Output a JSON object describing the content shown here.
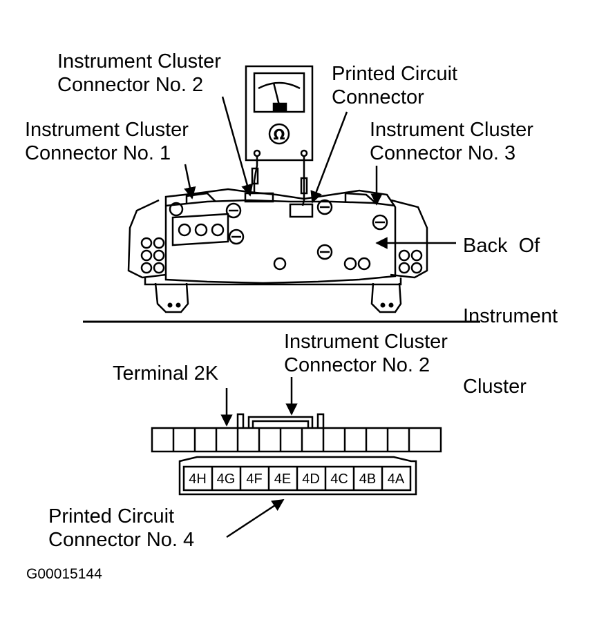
{
  "labels": {
    "cluster_conn_2_top": [
      "Instrument Cluster",
      "Connector No. 2"
    ],
    "printed_circuit_conn": [
      "Printed Circuit",
      "Connector"
    ],
    "cluster_conn_1": [
      "Instrument Cluster",
      "Connector No. 1"
    ],
    "cluster_conn_3": [
      "Instrument Cluster",
      "Connector No. 3"
    ],
    "back_of_cluster": [
      "Back  Of",
      "Instrument",
      "Cluster"
    ],
    "cluster_conn_2_bottom": [
      "Instrument Cluster",
      "Connector No. 2"
    ],
    "terminal": "Terminal 2K",
    "printed_circuit_conn_4": [
      "Printed Circuit",
      "Connector No. 4"
    ]
  },
  "meter_symbol": "Ω",
  "pins": [
    "4H",
    "4G",
    "4F",
    "4E",
    "4D",
    "4C",
    "4B",
    "4A"
  ],
  "figure_id": "G00015144"
}
